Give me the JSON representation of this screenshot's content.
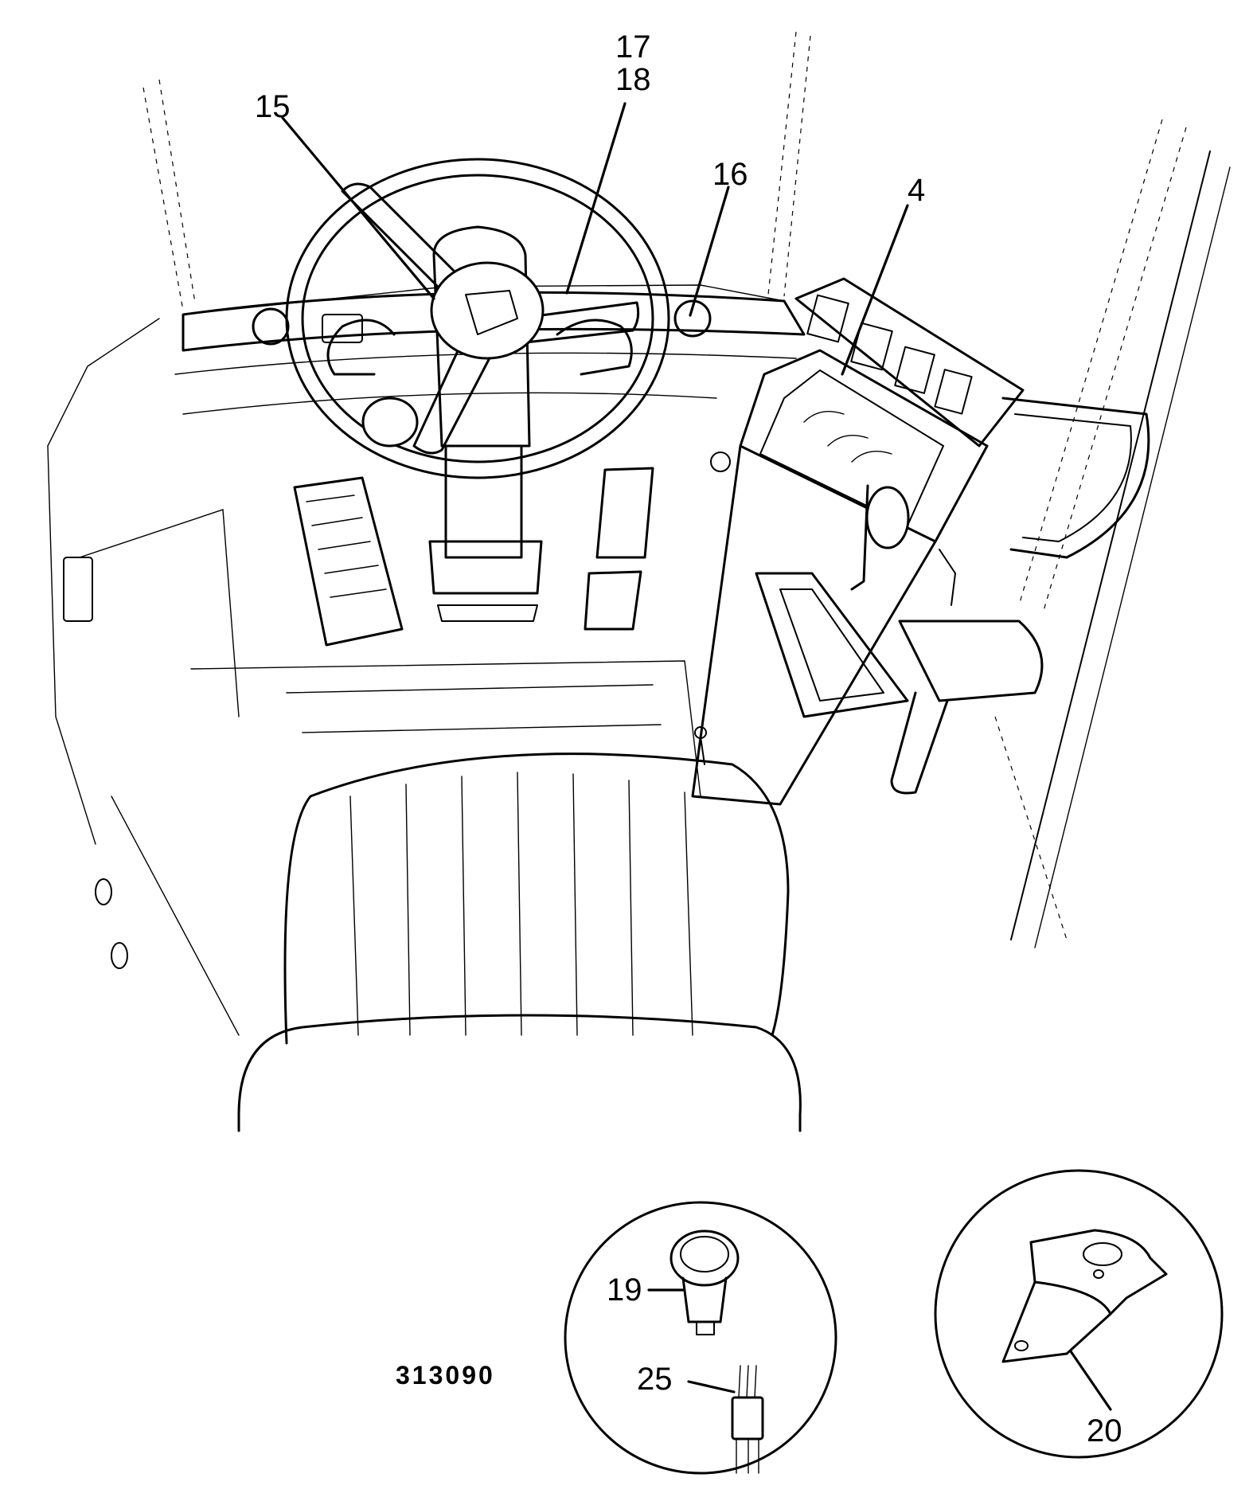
{
  "diagram": {
    "reference_number": "313090",
    "callouts": [
      {
        "id": "15",
        "label": "15"
      },
      {
        "id": "17",
        "label": "17"
      },
      {
        "id": "18",
        "label": "18"
      },
      {
        "id": "16",
        "label": "16"
      },
      {
        "id": "4",
        "label": "4"
      },
      {
        "id": "19",
        "label": "19"
      },
      {
        "id": "25",
        "label": "25"
      },
      {
        "id": "20",
        "label": "20"
      }
    ],
    "colors": {
      "line": "#000000",
      "background": "#ffffff"
    }
  }
}
